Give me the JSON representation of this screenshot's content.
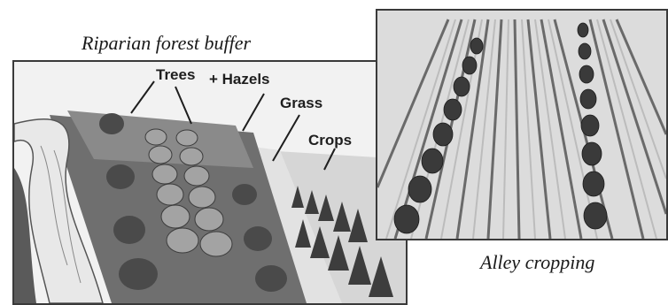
{
  "left_panel": {
    "caption": "Riparian forest buffer",
    "labels": {
      "trees": "Trees",
      "hazels": "+ Hazels",
      "grass": "Grass",
      "crops": "Crops"
    }
  },
  "right_panel": {
    "caption": "Alley cropping"
  }
}
